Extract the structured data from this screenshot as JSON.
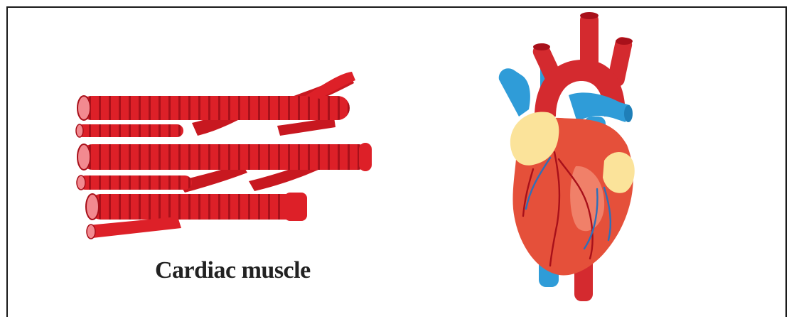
{
  "labels": {
    "muscle": "Cardiac muscle"
  },
  "illustrations": {
    "left": "cardiac-muscle-fibers",
    "right": "human-heart"
  },
  "colors": {
    "fiber_red": "#dd2028",
    "fiber_dark": "#a8101a",
    "fiber_end": "#f28a90",
    "heart_body": "#e5503a",
    "heart_highlight": "#f28872",
    "aorta": "#d42a2f",
    "vein_blue": "#2f9cd8",
    "atrium_yellow": "#fbe39a",
    "label_text": "#222222",
    "frame": "#1a1a1a"
  }
}
